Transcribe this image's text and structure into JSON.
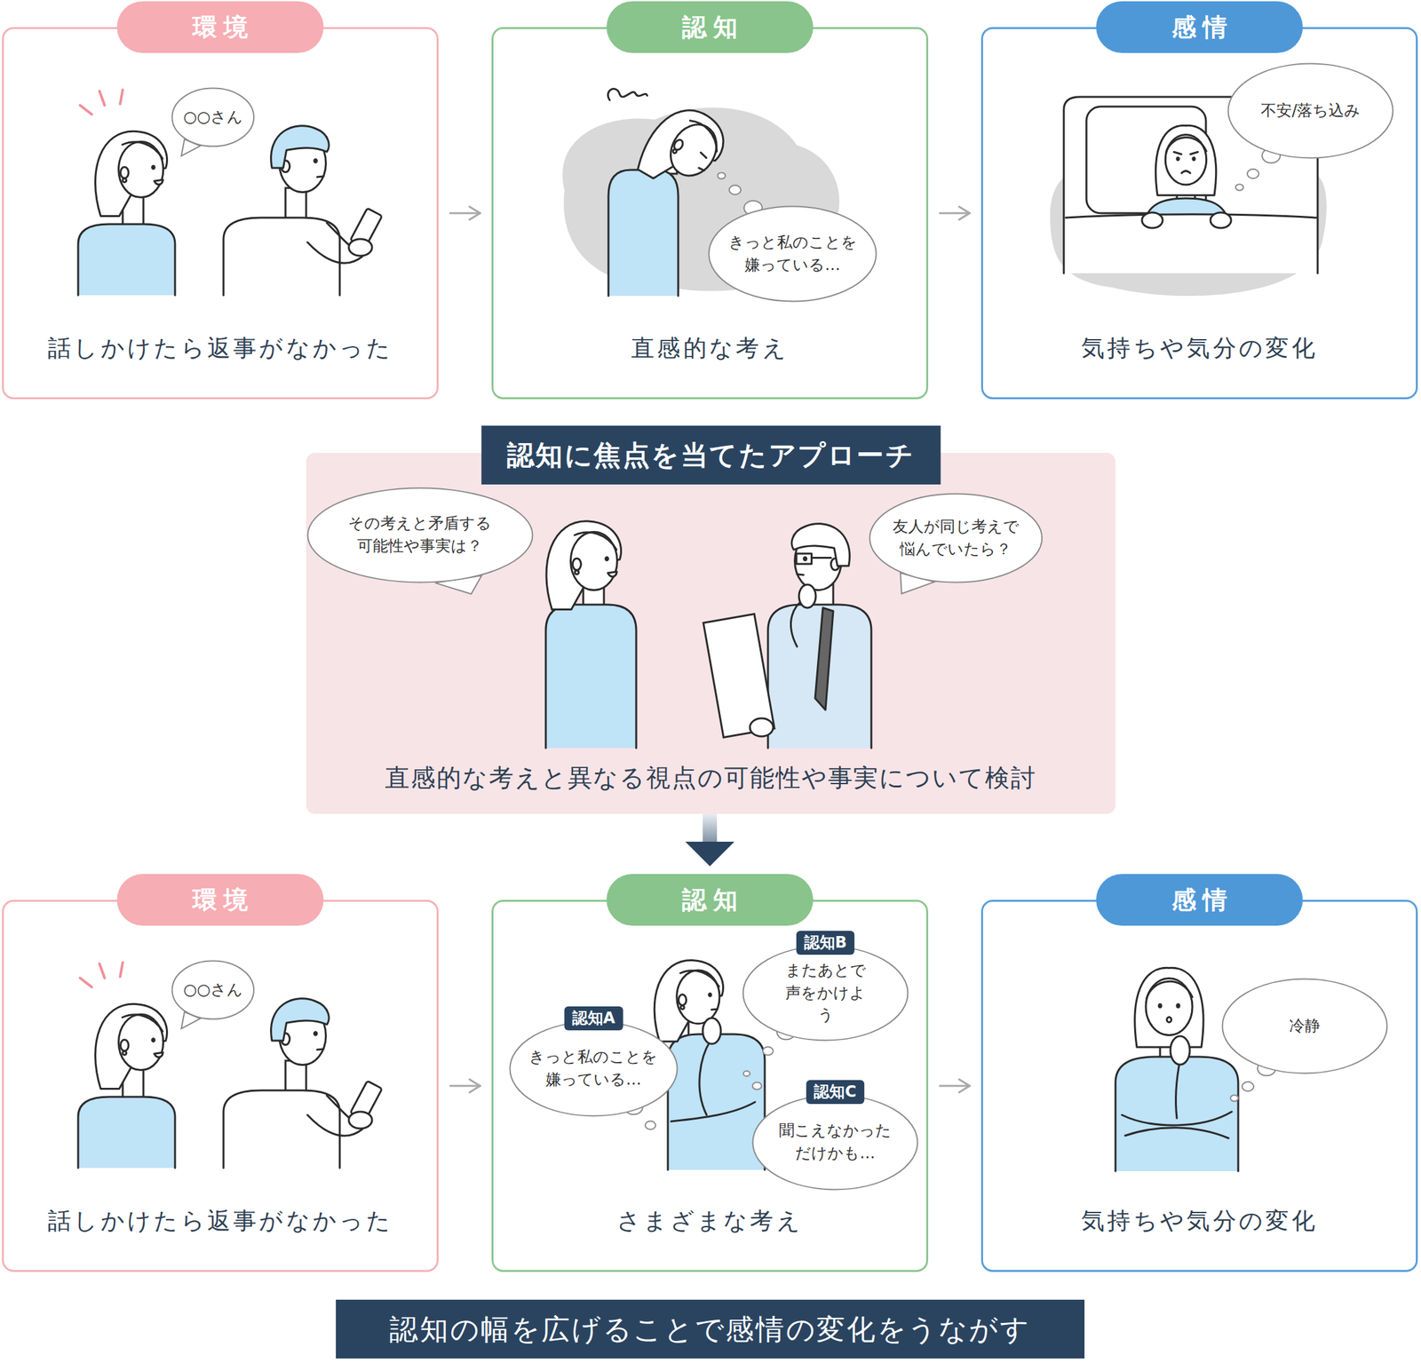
{
  "diagram": {
    "nodes": [
      {
        "text": [
          "環境",
          "話しかけたら返事がなかった"
        ]
      },
      {
        "text": [
          "○○さん"
        ],
        "in": 0
      },
      {
        "text": [
          "認知",
          "直感的な考え"
        ]
      },
      {
        "text": [
          "きっと私のことを嫌っている…"
        ],
        "in": 2
      },
      {
        "text": [
          "感情",
          "気持ちや気分の変化"
        ]
      },
      {
        "text": [
          "不安/落ち込み"
        ],
        "in": 4
      },
      {
        "text": [
          "認知に焦点を当てたアプローチ",
          "直感的な考えと異なる視点の可能性や事実について検討"
        ]
      },
      {
        "text": [
          "その考えと矛盾する可能性や事実は？"
        ],
        "in": 6
      },
      {
        "text": [
          "友人が同じ考えで悩んでいたら？"
        ],
        "in": 6
      },
      {
        "text": [
          "環境",
          "話しかけたら返事がなかった"
        ]
      },
      {
        "text": [
          "○○さん"
        ],
        "in": 9
      },
      {
        "text": [
          "認知",
          "さまざまな考え"
        ]
      },
      {
        "text": [
          "認知A",
          "きっと私のことを嫌っている…"
        ],
        "in": 11
      },
      {
        "text": [
          "認知B",
          "またあとで声をかけよう"
        ],
        "in": 11
      },
      {
        "text": [
          "認知C",
          "聞こえなかっただけかも…"
        ],
        "in": 11
      },
      {
        "text": [
          "感情",
          "気持ちや気分の変化"
        ]
      },
      {
        "text": [
          "冷静"
        ],
        "in": 15
      },
      {
        "text": [
          "認知の幅を広げることで感情の変化をうながす"
        ]
      }
    ],
    "edges": [
      {
        "from": 0,
        "to": 2,
        "arrow": "to"
      },
      {
        "from": 2,
        "to": 4,
        "arrow": "to"
      },
      {
        "from": 6,
        "to": 11,
        "arrow": "to"
      },
      {
        "from": 9,
        "to": 11,
        "arrow": "to"
      },
      {
        "from": 11,
        "to": 15,
        "arrow": "to"
      }
    ]
  }
}
